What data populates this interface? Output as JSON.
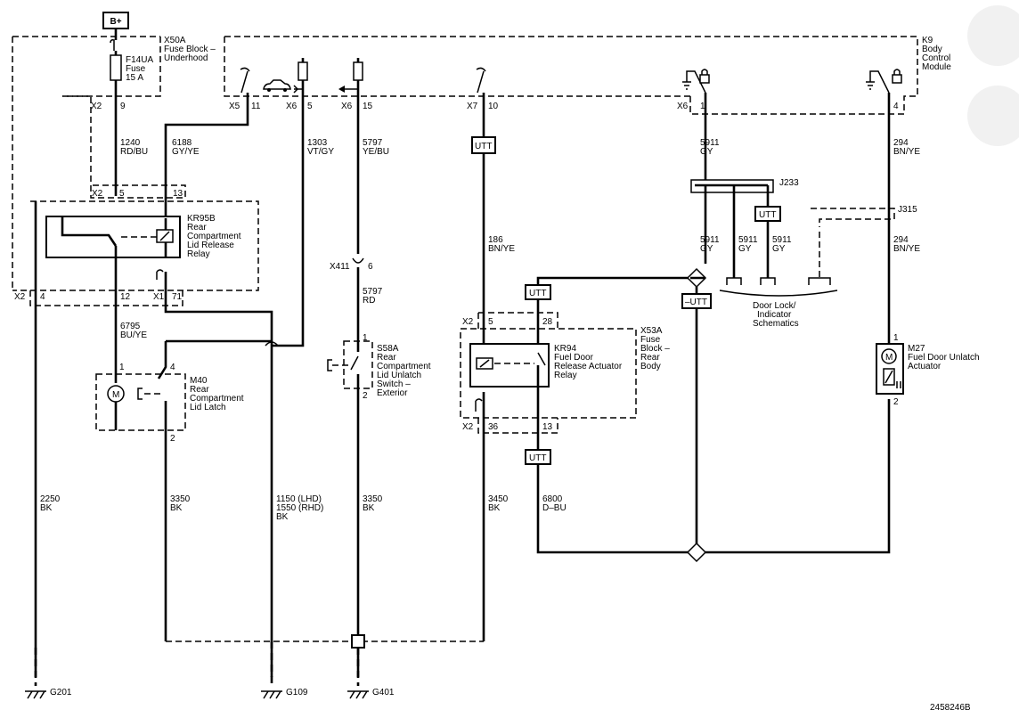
{
  "power": {
    "label": "B+"
  },
  "components": {
    "x50a": {
      "line1": "X50A",
      "line2": "Fuse Block –",
      "line3": "Underhood"
    },
    "k9": {
      "line1": "K9",
      "line2": "Body",
      "line3": "Control",
      "line4": "Module"
    },
    "fuse": {
      "line1": "F14UA",
      "line2": "Fuse",
      "line3": "15 A"
    },
    "kr95b": {
      "line1": "KR95B",
      "line2": "Rear",
      "line3": "Compartment",
      "line4": "Lid Release",
      "line5": "Relay"
    },
    "m40": {
      "line1": "M40",
      "line2": "Rear",
      "line3": "Compartment",
      "line4": "Lid Latch"
    },
    "s58a": {
      "line1": "S58A",
      "line2": "Rear",
      "line3": "Compartment",
      "line4": "Lid Unlatch",
      "line5": "Switch –",
      "line6": "Exterior"
    },
    "kr94": {
      "line1": "KR94",
      "line2": "Fuel Door",
      "line3": "Release Actuator",
      "line4": "Relay"
    },
    "x53a": {
      "line1": "X53A",
      "line2": "Fuse",
      "line3": "Block –",
      "line4": "Rear",
      "line5": "Body"
    },
    "m27": {
      "line1": "M27",
      "line2": "Fuel Door Unlatch",
      "line3": "Actuator"
    },
    "j233": {
      "label": "J233"
    },
    "j315": {
      "label": "J315"
    },
    "doorlock": {
      "line1": "Door Lock/",
      "line2": "Indicator",
      "line3": "Schematics"
    },
    "x411": {
      "label": "X411",
      "pin": "6"
    }
  },
  "connectors": {
    "x2_9": {
      "conn": "X2",
      "pin": "9"
    },
    "x5_11": {
      "conn": "X5",
      "pin": "11"
    },
    "x6_5": {
      "conn": "X6",
      "pin": "5"
    },
    "x6_15": {
      "conn": "X6",
      "pin": "15"
    },
    "x7_10": {
      "conn": "X7",
      "pin": "10"
    },
    "x6_1": {
      "conn": "X6",
      "pin": "1"
    },
    "k9_4": {
      "pin": "4"
    },
    "x2_5_13": {
      "conn": "X2",
      "pin_a": "5",
      "pin_b": "13"
    },
    "x2_4": {
      "conn": "X2",
      "pin": "4"
    },
    "r_12": {
      "pin": "12"
    },
    "x1_71": {
      "conn": "X1",
      "pin": "71"
    },
    "x2_5_28": {
      "conn": "X2",
      "pin_a": "5",
      "pin_b": "28"
    },
    "x2_36_13": {
      "conn": "X2",
      "pin_a": "36",
      "pin_b": "13"
    },
    "m40_pins": {
      "p1": "1",
      "p4": "4",
      "p2": "2"
    },
    "s58a_pins": {
      "p1": "1",
      "p2": "2"
    },
    "m27_pins": {
      "p1": "1",
      "p2": "2"
    }
  },
  "wires": {
    "w1240": {
      "num": "1240",
      "color": "RD/BU"
    },
    "w6188": {
      "num": "6188",
      "color": "GY/YE"
    },
    "w1303": {
      "num": "1303",
      "color": "VT/GY"
    },
    "w5797a": {
      "num": "5797",
      "color": "YE/BU"
    },
    "w5911a": {
      "num": "5911",
      "color": "GY"
    },
    "w294a": {
      "num": "294",
      "color": "BN/YE"
    },
    "w186": {
      "num": "186",
      "color": "BN/YE"
    },
    "w5911b": {
      "num": "5911",
      "color": "GY"
    },
    "w5911c": {
      "num": "5911",
      "color": "GY"
    },
    "w5911d": {
      "num": "5911",
      "color": "GY"
    },
    "w294b": {
      "num": "294",
      "color": "BN/YE"
    },
    "w5797b": {
      "num": "5797",
      "color": "RD"
    },
    "w6795": {
      "num": "6795",
      "color": "BU/YE"
    },
    "w2250": {
      "num": "2250",
      "color": "BK"
    },
    "w3350a": {
      "num": "3350",
      "color": "BK"
    },
    "w1150": {
      "line1": "1150 (LHD)",
      "line2": "1550 (RHD)",
      "line3": "BK"
    },
    "w3350b": {
      "num": "3350",
      "color": "BK"
    },
    "w3450": {
      "num": "3450",
      "color": "BK"
    },
    "w6800": {
      "num": "6800",
      "color": "D–BU"
    }
  },
  "utt": {
    "label": "UTT",
    "neg_label": "–UTT"
  },
  "grounds": {
    "g201": "G201",
    "g109": "G109",
    "g401": "G401"
  },
  "doc_id": "2458246B"
}
